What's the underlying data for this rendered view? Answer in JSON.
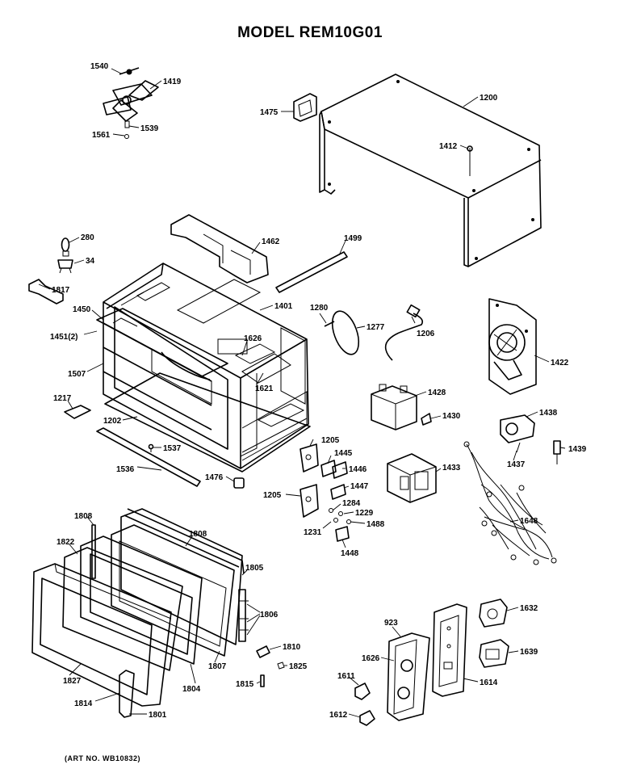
{
  "title": "MODEL REM10G01",
  "art_number": "(ART NO. WB10832)",
  "callouts": [
    {
      "id": "c1540",
      "text": "1540"
    },
    {
      "id": "c1419",
      "text": "1419"
    },
    {
      "id": "c1561",
      "text": "1561"
    },
    {
      "id": "c1539",
      "text": "1539"
    },
    {
      "id": "c1475",
      "text": "1475"
    },
    {
      "id": "c1200",
      "text": "1200"
    },
    {
      "id": "c1412",
      "text": "1412"
    },
    {
      "id": "c280",
      "text": "280"
    },
    {
      "id": "c34",
      "text": "34"
    },
    {
      "id": "c1462",
      "text": "1462"
    },
    {
      "id": "c1499",
      "text": "1499"
    },
    {
      "id": "c1817",
      "text": "1817"
    },
    {
      "id": "c1401",
      "text": "1401"
    },
    {
      "id": "c1450",
      "text": "1450"
    },
    {
      "id": "c1451",
      "text": "1451(2)"
    },
    {
      "id": "c1626a",
      "text": "1626"
    },
    {
      "id": "c1280",
      "text": "1280"
    },
    {
      "id": "c1277",
      "text": "1277"
    },
    {
      "id": "c1206",
      "text": "1206"
    },
    {
      "id": "c1422",
      "text": "1422"
    },
    {
      "id": "c1507",
      "text": "1507"
    },
    {
      "id": "c1621",
      "text": "1621"
    },
    {
      "id": "c1217",
      "text": "1217"
    },
    {
      "id": "c1428",
      "text": "1428"
    },
    {
      "id": "c1430",
      "text": "1430"
    },
    {
      "id": "c1438",
      "text": "1438"
    },
    {
      "id": "c1202",
      "text": "1202"
    },
    {
      "id": "c1205a",
      "text": "1205"
    },
    {
      "id": "c1445",
      "text": "1445"
    },
    {
      "id": "c1446",
      "text": "1446"
    },
    {
      "id": "c1537",
      "text": "1537"
    },
    {
      "id": "c1437",
      "text": "1437"
    },
    {
      "id": "c1439",
      "text": "1439"
    },
    {
      "id": "c1536",
      "text": "1536"
    },
    {
      "id": "c1476",
      "text": "1476"
    },
    {
      "id": "c1433",
      "text": "1433"
    },
    {
      "id": "c1205b",
      "text": "1205"
    },
    {
      "id": "c1447",
      "text": "1447"
    },
    {
      "id": "c1284",
      "text": "1284"
    },
    {
      "id": "c1229",
      "text": "1229"
    },
    {
      "id": "c1231",
      "text": "1231"
    },
    {
      "id": "c1488",
      "text": "1488"
    },
    {
      "id": "c1648",
      "text": "1648"
    },
    {
      "id": "c1808a",
      "text": "1808"
    },
    {
      "id": "c1808b",
      "text": "1808"
    },
    {
      "id": "c1822",
      "text": "1822"
    },
    {
      "id": "c1448",
      "text": "1448"
    },
    {
      "id": "c1805",
      "text": "1805"
    },
    {
      "id": "c1806",
      "text": "1806"
    },
    {
      "id": "c1632",
      "text": "1632"
    },
    {
      "id": "c923",
      "text": "923"
    },
    {
      "id": "c1810",
      "text": "1810"
    },
    {
      "id": "c1639",
      "text": "1639"
    },
    {
      "id": "c1807",
      "text": "1807"
    },
    {
      "id": "c1825",
      "text": "1825"
    },
    {
      "id": "c1626b",
      "text": "1626"
    },
    {
      "id": "c1614",
      "text": "1614"
    },
    {
      "id": "c1611",
      "text": "1611"
    },
    {
      "id": "c1827",
      "text": "1827"
    },
    {
      "id": "c1804",
      "text": "1804"
    },
    {
      "id": "c1815",
      "text": "1815"
    },
    {
      "id": "c1814",
      "text": "1814"
    },
    {
      "id": "c1801",
      "text": "1801"
    },
    {
      "id": "c1612",
      "text": "1612"
    }
  ]
}
